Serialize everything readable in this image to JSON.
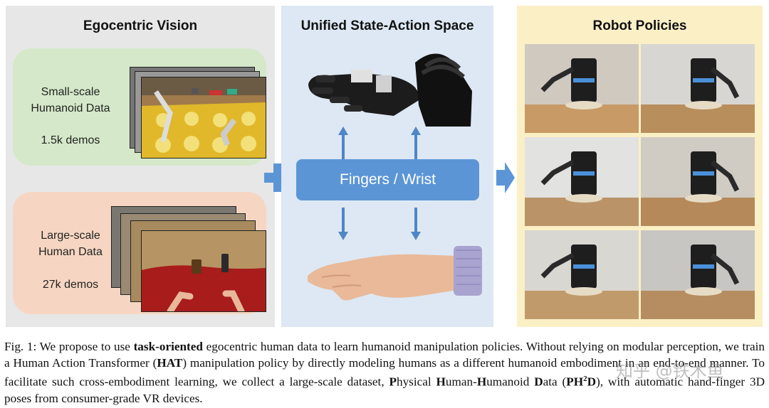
{
  "panels": {
    "ego": {
      "title": "Egocentric Vision",
      "humanoid_label": "Small-scale Humanoid Data",
      "humanoid_count": "1.5k demos",
      "human_label": "Large-scale Human Data",
      "human_count": "27k demos"
    },
    "space": {
      "title": "Unified State-Action Space",
      "fingers_wrist": "Fingers / Wrist"
    },
    "policy": {
      "title": "Robot Policies"
    }
  },
  "caption": {
    "fig_label": "Fig. 1:",
    "p1": " We propose to use ",
    "b1": "task-oriented",
    "p2": " egocentric human data to learn humanoid manipulation policies. Without relying on modular perception, we train a Human Action Transformer (",
    "b2": "HAT",
    "p3": ") manipulation policy by directly modeling humans as a different humanoid embodiment in an end-to-end manner. To facilitate such cross-embodiment learning, we collect a large-scale dataset, ",
    "b3": "P",
    "p4": "hysical ",
    "b4": "H",
    "p5": "uman-",
    "b5": "H",
    "p6": "umanoid ",
    "b6": "D",
    "p7": "ata (",
    "b7": "PH",
    "sup": "2",
    "b8": "D",
    "p8": "), with automatic hand-finger 3D poses from consumer-grade VR devices."
  },
  "watermark": "知乎 @铁木鱼",
  "colors": {
    "accent_blue": "#5b95d6",
    "ego_bg": "#e7e7e7",
    "space_bg": "#dde8f4",
    "policy_bg": "#fbefc6",
    "humanoid_box": "#d5e8c9",
    "human_box": "#f6d6c2"
  },
  "icons": [
    "plus-icon",
    "arrow-up-icon",
    "arrow-down-icon",
    "arrow-right-icon",
    "robot-hand-icon",
    "human-hand-icon"
  ]
}
